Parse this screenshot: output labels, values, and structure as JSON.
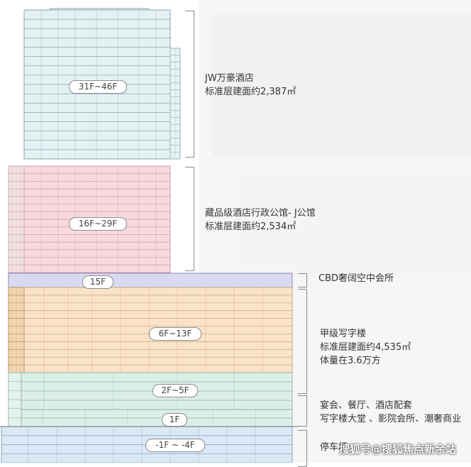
{
  "sections": [
    {
      "id": "jw-hotel",
      "floors": "31F~46F",
      "title": "JW万豪酒店",
      "area": "标准层建面约2,387㎡",
      "color": "#e3f1f3"
    },
    {
      "id": "exec-apartment",
      "floors": "16F~29F",
      "title": "藏品级酒店行政公馆- J公馆",
      "area": "标准层建面约2,534㎡",
      "color": "#f8d9de"
    },
    {
      "id": "club",
      "floors": "15F",
      "title": "CBD奢阔空中会所",
      "color": "#d9d9f1"
    },
    {
      "id": "office",
      "floors": "6F~13F",
      "title": "甲级写字楼",
      "area": "标准层建面约4,535㎡",
      "volume": "体量在3.6万方",
      "color": "#fae3c9"
    },
    {
      "id": "podium",
      "floors": "2F~5F",
      "title": "宴会、餐厅、酒店配套",
      "color": "#dcefe7"
    },
    {
      "id": "lobby",
      "floors": "1F",
      "title": "写字楼大堂 、影院会所、潮奢商业",
      "color": "#dcefe7"
    },
    {
      "id": "parking",
      "floors": "-1F ~ -4F",
      "title": "停车场",
      "color": "#dbe8f5"
    }
  ],
  "watermark": "搜狐号@搜狐焦点新余站"
}
